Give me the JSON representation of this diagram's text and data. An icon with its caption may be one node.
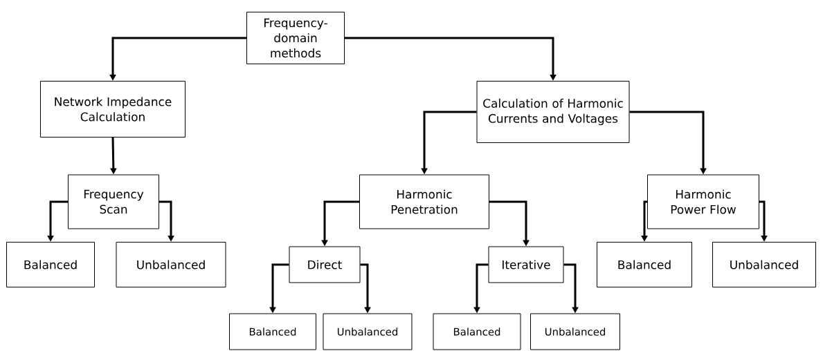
{
  "diagram": {
    "nodes": [
      {
        "text": [
          "Frequency-domain methods"
        ]
      },
      {
        "text": [
          "Network Impedance Calculation"
        ]
      },
      {
        "text": [
          "Calculation of Harmonic Currents and Voltages"
        ]
      },
      {
        "text": [
          "Frequency Scan"
        ]
      },
      {
        "text": [
          "Balanced"
        ]
      },
      {
        "text": [
          "Unbalanced"
        ]
      },
      {
        "text": [
          "Harmonic Penetration"
        ]
      },
      {
        "text": [
          "Direct"
        ]
      },
      {
        "text": [
          "Balanced"
        ]
      },
      {
        "text": [
          "Unbalanced"
        ]
      },
      {
        "text": [
          "Iterative"
        ]
      },
      {
        "text": [
          "Balanced"
        ]
      },
      {
        "text": [
          "Unbalanced"
        ]
      },
      {
        "text": [
          "Harmonic Power Flow"
        ]
      },
      {
        "text": [
          "Balanced"
        ]
      },
      {
        "text": [
          "Unbalanced"
        ]
      }
    ],
    "edges": [
      {
        "from": 0,
        "to": 1,
        "arrow": "to"
      },
      {
        "from": 0,
        "to": 2,
        "arrow": "to"
      },
      {
        "from": 1,
        "to": 3,
        "arrow": "to"
      },
      {
        "from": 3,
        "to": 4,
        "arrow": "to"
      },
      {
        "from": 3,
        "to": 5,
        "arrow": "to"
      },
      {
        "from": 2,
        "to": 6,
        "arrow": "to"
      },
      {
        "from": 2,
        "to": 13,
        "arrow": "to"
      },
      {
        "from": 6,
        "to": 7,
        "arrow": "to"
      },
      {
        "from": 6,
        "to": 10,
        "arrow": "to"
      },
      {
        "from": 7,
        "to": 8,
        "arrow": "to"
      },
      {
        "from": 7,
        "to": 9,
        "arrow": "to"
      },
      {
        "from": 10,
        "to": 11,
        "arrow": "to"
      },
      {
        "from": 10,
        "to": 12,
        "arrow": "to"
      },
      {
        "from": 13,
        "to": 14,
        "arrow": "to"
      },
      {
        "from": 13,
        "to": 15,
        "arrow": "to"
      }
    ]
  }
}
